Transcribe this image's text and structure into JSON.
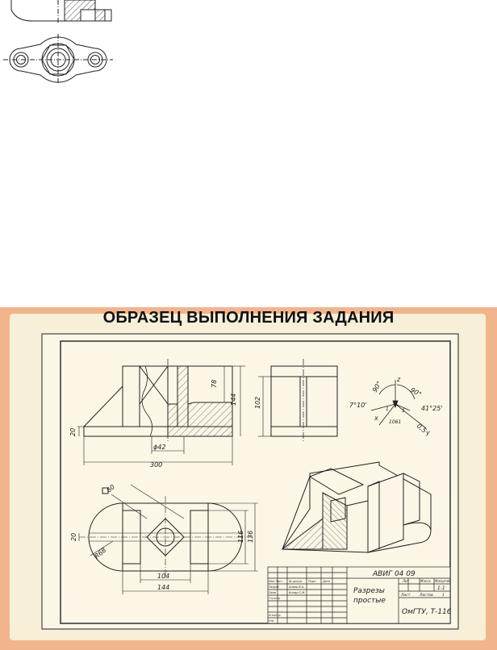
{
  "poster": {
    "title": "ОБРАЗЕЦ ВЫПОЛНЕНИЯ ЗАДАНИЯ"
  },
  "drawing": {
    "dimensions": {
      "front_height_upper": "78",
      "front_height_total": "144",
      "side_height": "102",
      "base_thickness": "20",
      "hole_diameter": "ϕ42",
      "overall_width": "300",
      "square_size": "60",
      "plan_slot": "20",
      "plan_radius": "R68",
      "plan_width_inner": "116",
      "plan_width_outer": "136",
      "plan_len_inner": "104",
      "plan_len_outer": "144"
    },
    "axes": {
      "angle_x": "7°10'",
      "angle_right": "41°25'",
      "angle_90a": "90°",
      "angle_90b": "90°",
      "ratio_y": "0,5",
      "ratio_note": "1061",
      "ax_z": "z",
      "ax_x": "x",
      "ax_y": "y",
      "one_a": "1",
      "one_b": "1"
    },
    "title_block": {
      "code": "АВИГ 04 09",
      "name_line1": "Разрезы",
      "name_line2": "простые",
      "org": "ОмГТУ, Т-116",
      "col_lit": "Лит",
      "col_mass": "Масса",
      "col_scale": "Масштаб",
      "scale_value": "1:1",
      "sheet_label": "Лист",
      "sheets_label": "Листов",
      "sheets_value": "1",
      "row_izm": "Изм Лист",
      "row_razrab": "Разраб",
      "row_prov": "Пров",
      "row_tkontr": "Т.контр",
      "row_nkontr": "Н.контр",
      "row_utv": "Утв",
      "col_ndok": "№ докум",
      "col_podp": "Подп",
      "col_data": "Дата",
      "razrab_name": "Алиев В.А.",
      "prov_name": "Кондр С.М."
    }
  }
}
